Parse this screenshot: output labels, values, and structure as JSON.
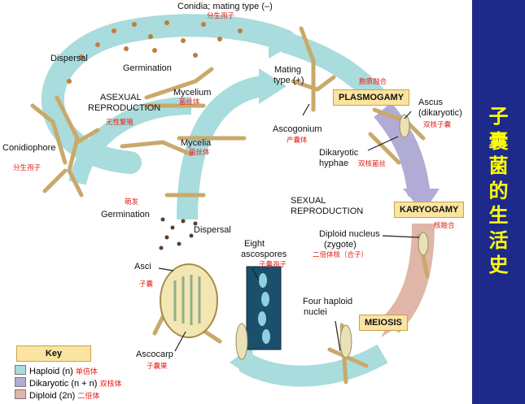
{
  "labels": {
    "conidia": "Conidia; mating type (–)",
    "conidia_cn": "分生孢子",
    "dispersal_top": "Dispersal",
    "germination_top": "Germination",
    "mycelium": "Mycelium",
    "mycelium_cn": "菌丝体",
    "asexual_1": "ASEXUAL",
    "asexual_2": "REPRODUCTION",
    "asexual_cn": "无性繁殖",
    "conidiophore": "Conidiophore",
    "conidiophore_cn": "分生孢子",
    "mycelia": "Mycelia",
    "mycelia_cn": "菌丝体",
    "germination_bottom_cn": "萌发",
    "germination_bottom": "Germination",
    "dispersal_bottom": "Dispersal",
    "asci": "Asci",
    "asci_cn": "子囊",
    "ascocarp": "Ascocarp",
    "ascocarp_cn": "子囊果",
    "eight_1": "Eight",
    "eight_2": "ascospores",
    "eight_cn": "子囊孢子",
    "mating_1": "Mating",
    "mating_2": "type (+)",
    "ascogonium": "Ascogonium",
    "ascogonium_cn": "产囊体",
    "plasmogamy_cn": "胞质融合",
    "ascus_1": "Ascus",
    "ascus_2": "(dikaryotic)",
    "ascus_cn": "双核子囊",
    "dikaryotic_1": "Dikaryotic",
    "dikaryotic_2": "hyphae",
    "dikaryotic_cn": "双核菌丝",
    "sexual_1": "SEXUAL",
    "sexual_2": "REPRODUCTION",
    "karyogamy_cn": "核融合",
    "diploid_1": "Diploid nucleus",
    "diploid_2": "(zygote)",
    "diploid_cn": "二倍体核（合子）",
    "four_1": "Four haploid",
    "four_2": "nuclei"
  },
  "boxes": {
    "plasmogamy": "PLASMOGAMY",
    "karyogamy": "KARYOGAMY",
    "meiosis": "MEIOSIS"
  },
  "key": {
    "title": "Key",
    "items": [
      {
        "label": "Haploid (n)",
        "cn": "单倍体",
        "color": "#a9dcdc"
      },
      {
        "label": "Dikaryotic (n + n)",
        "cn": "双核体",
        "color": "#b1acd6"
      },
      {
        "label": "Diploid (2n)",
        "cn": "二倍体",
        "color": "#e0b6a8"
      }
    ]
  },
  "side_title": "子\n囊\n菌\n的\n生\n活\n史",
  "colors": {
    "haploid_arrow": "#a9dcdc",
    "dikaryotic_arrow": "#b1acd6",
    "diploid_arrow": "#e0b6a8",
    "side_bar": "#1d2a8a",
    "side_title": "#ffff00",
    "chinese_label": "#e0201a",
    "stage_box": "#fbe3a1"
  }
}
